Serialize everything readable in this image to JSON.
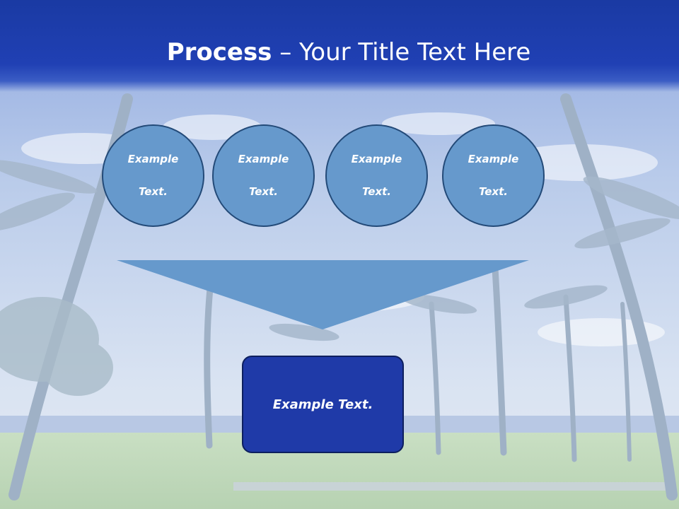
{
  "title": {
    "bold": "Process",
    "rest": " – Your Title Text Here"
  },
  "circles": [
    {
      "line1": "Example",
      "line2": "Text."
    },
    {
      "line1": "Example",
      "line2": "Text."
    },
    {
      "line1": "Example",
      "line2": "Text."
    },
    {
      "line1": "Example",
      "line2": "Text."
    }
  ],
  "result": {
    "label": "Example Text."
  },
  "colors": {
    "header": "#2040b4",
    "circle_fill": "#6699cc",
    "circle_border": "#234a78",
    "funnel": "#6699cc",
    "box_fill": "#1f3aa8"
  }
}
